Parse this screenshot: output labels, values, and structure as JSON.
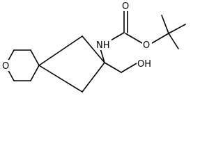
{
  "molecule": {
    "atoms": {
      "ring_oxygen": "O",
      "amide_nitrogen": "NH",
      "carbonyl_oxygen": "O",
      "ester_oxygen": "O",
      "hydroxyl": "OH"
    }
  }
}
